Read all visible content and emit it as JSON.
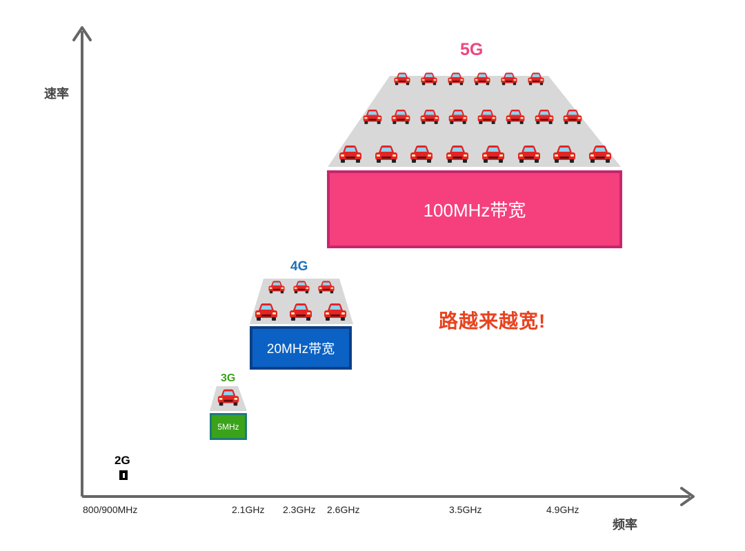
{
  "axes": {
    "y_label": "速率",
    "x_label": "频率",
    "x_ticks": [
      "800/900MHz",
      "2.1GHz",
      "2.3GHz",
      "2.6GHz",
      "3.5GHz",
      "4.9GHz"
    ]
  },
  "generations": [
    {
      "name": "2G",
      "bandwidth_label": "",
      "color": "#000000",
      "car_rows": []
    },
    {
      "name": "3G",
      "bandwidth_label": "5MHz",
      "color": "#3aa31a",
      "car_rows": [
        1
      ]
    },
    {
      "name": "4G",
      "bandwidth_label": "20MHz带宽",
      "color": "#1e6fb8",
      "car_rows": [
        3,
        3
      ]
    },
    {
      "name": "5G",
      "bandwidth_label": "100MHz带宽",
      "color": "#f0457e",
      "car_rows": [
        6,
        8,
        8
      ]
    }
  ],
  "headline": "路越来越宽!",
  "colors": {
    "axis": "#666666",
    "road": "#d8d8d8",
    "band_2g": "#000000",
    "band_3g": "#3aa31a",
    "band_4g": "#0b62c4",
    "band_5g": "#f5407d",
    "headline": "#e8421e",
    "car": "#e32424"
  }
}
